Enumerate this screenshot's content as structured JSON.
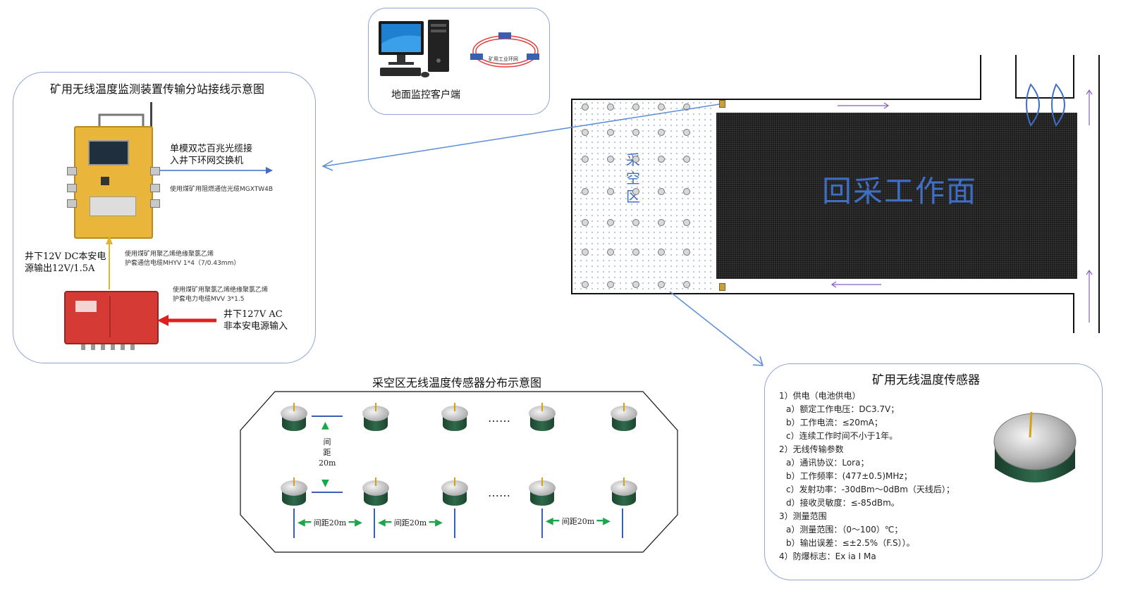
{
  "client": {
    "caption": "地面监控客户端",
    "ring_label": "矿用工业环网"
  },
  "station": {
    "title": "矿用无线温度监测装置传输分站接线示意图",
    "fiber_label_1": "单模双芯百兆光缆接",
    "fiber_label_2": "入井下环网交换机",
    "fiber_cable": "使用煤矿用阻燃通信光缆MGXTW4B",
    "dc_label_1": "井下12V DC本安电",
    "dc_label_2": "源输出12V/1.5A",
    "comm_cable_1": "使用煤矿用聚乙烯绝缘聚氯乙烯",
    "comm_cable_2": "护套通信电缆MHYV 1*4（7/0.43mm）",
    "power_cable_1": "使用煤矿用聚氯乙烯绝缘聚氯乙烯",
    "power_cable_2": "护套电力电缆MVV 3*1.5",
    "ac_label_1": "井下127V AC",
    "ac_label_2": "非本安电源输入"
  },
  "mine": {
    "goaf_label": [
      "采",
      "空",
      "区"
    ],
    "face_label": "回采工作面"
  },
  "distribution": {
    "title": "采空区无线温度传感器分布示意图",
    "ellipsis": "……",
    "spacing_v": [
      "间",
      "距",
      "20m"
    ],
    "spacing_h": "间距20m"
  },
  "sensor_spec": {
    "title": "矿用无线温度传感器",
    "lines": [
      "1）供电（电池供电）",
      "a）额定工作电压：DC3.7V；",
      "b）工作电流：≤20mA；",
      "c）连续工作时间不小于1年。",
      "2）无线传输参数",
      "a）通讯协议：Lora；",
      "b）工作频率：(477±0.5)MHz；",
      "c）发射功率：-30dBm～0dBm（天线后）；",
      "d）接收灵敏度：≤-85dBm。",
      "3）测量范围",
      "a）测量范围：（0～100）℃；",
      "b）输出误差：≤±2.5%（F.S））。",
      "4）防爆标志：Ex ia I Ma"
    ]
  },
  "colors": {
    "frame": "#8fa6d6",
    "arrow": "#5b8ed6",
    "face": "#1c1c1c",
    "face_text": "#3f6fc4",
    "enclosure_yellow": "#e9b53a",
    "enclosure_red": "#d63a34"
  }
}
